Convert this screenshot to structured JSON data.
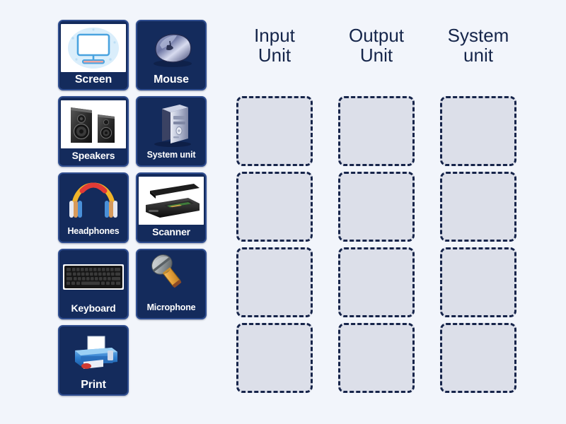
{
  "activity": {
    "type": "drag-and-drop-group-sort",
    "background_color": "#f2f5fb"
  },
  "tray": {
    "cards": [
      {
        "label": "Screen",
        "icon": "monitor-icon",
        "art_background": "white",
        "label_size": "lbl-lg"
      },
      {
        "label": "Mouse",
        "icon": "mouse-icon",
        "art_background": "none",
        "label_size": "lbl-lg"
      },
      {
        "label": "Speakers",
        "icon": "speakers-icon",
        "art_background": "white",
        "label_size": "lbl-md"
      },
      {
        "label": "System unit",
        "icon": "tower-pc-icon",
        "art_background": "none",
        "label_size": "lbl-sm"
      },
      {
        "label": "Headphones",
        "icon": "headphones-icon",
        "art_background": "none",
        "label_size": "lbl-sm"
      },
      {
        "label": "Scanner",
        "icon": "scanner-icon",
        "art_background": "white",
        "label_size": "lbl-md"
      },
      {
        "label": "Keyboard",
        "icon": "keyboard-icon",
        "art_background": "none",
        "label_size": "lbl-md"
      },
      {
        "label": "Microphone",
        "icon": "microphone-icon",
        "art_background": "none",
        "label_size": "lbl-sm"
      },
      {
        "label": "Print",
        "icon": "printer-icon",
        "art_background": "none",
        "label_size": "lbl-lg"
      }
    ],
    "card_background_color": "#142b5c",
    "card_border_color": "#2f4d8f",
    "card_text_color": "#ffffff"
  },
  "columns": [
    {
      "title_line1": "Input",
      "title_line2": "Unit",
      "dropzone_count": 4
    },
    {
      "title_line1": "Output",
      "title_line2": "Unit",
      "dropzone_count": 4
    },
    {
      "title_line1": "System",
      "title_line2": "unit",
      "dropzone_count": 4
    }
  ],
  "dropzone": {
    "fill_color": "#dcdfe9",
    "border_color": "#16244a",
    "border_style": "dashed"
  }
}
